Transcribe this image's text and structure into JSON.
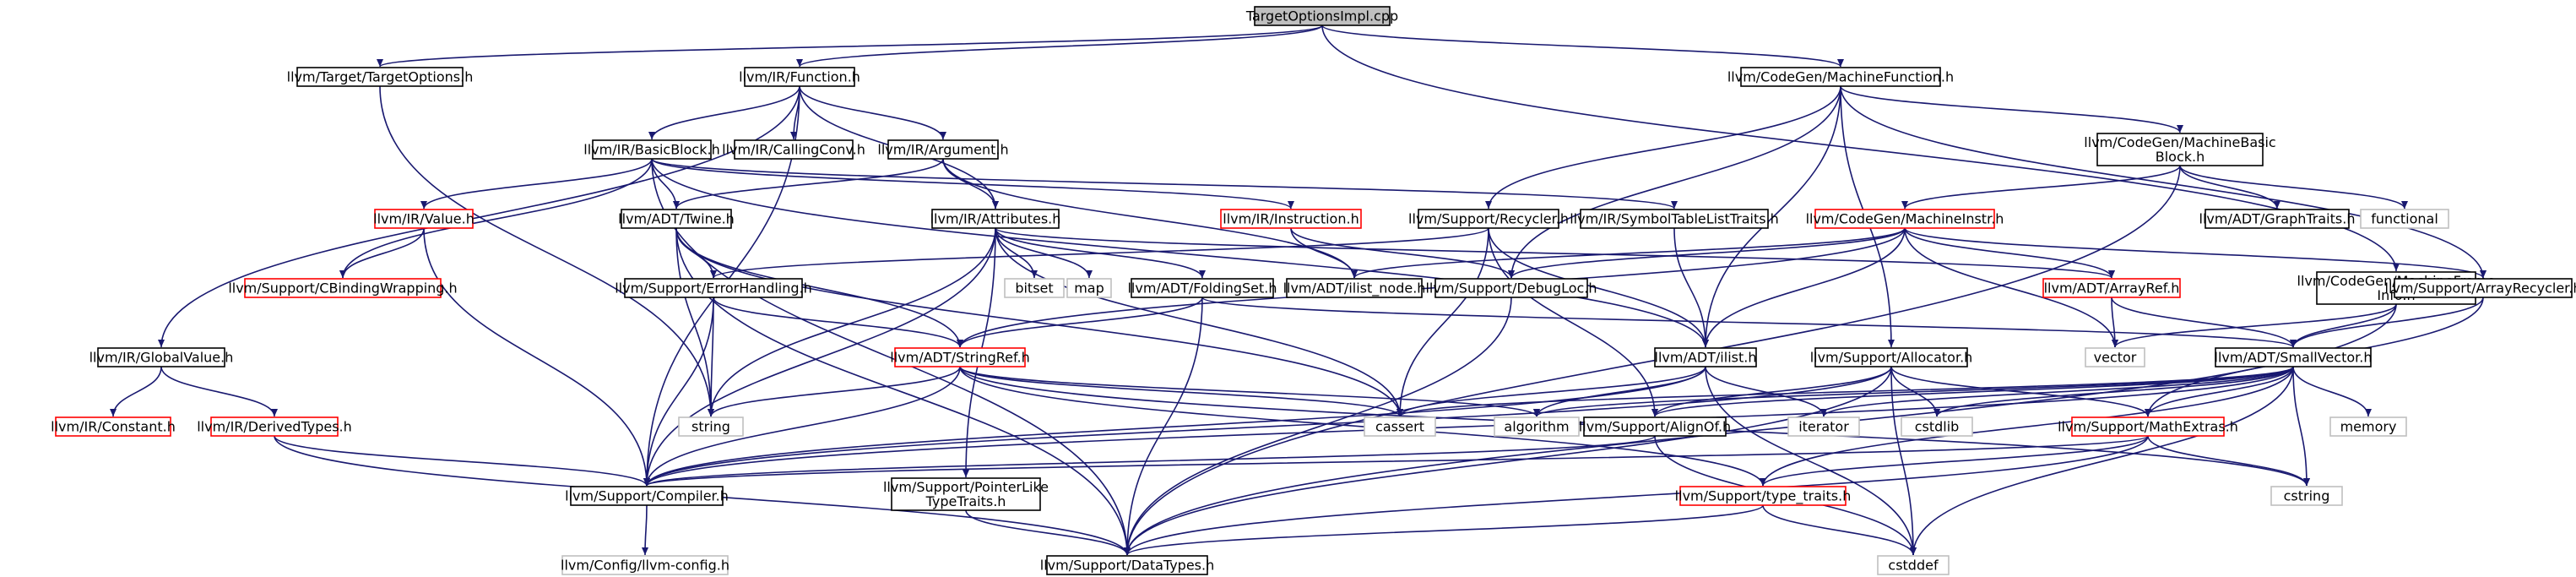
{
  "graph": {
    "colors": {
      "normal": "#000000",
      "system": "#bfbfbf",
      "truncated": "#ff0000",
      "root_fill": "#bfbfbf",
      "edge": "#191970"
    },
    "nodes": [
      {
        "id": "root",
        "lines": [
          "TargetOptionsImpl.cpp"
        ],
        "kind": "root"
      },
      {
        "id": "targetoptions",
        "lines": [
          "llvm/Target/TargetOptions.h"
        ],
        "kind": "normal"
      },
      {
        "id": "function",
        "lines": [
          "llvm/IR/Function.h"
        ],
        "kind": "normal"
      },
      {
        "id": "machinefunction",
        "lines": [
          "llvm/CodeGen/MachineFunction.h"
        ],
        "kind": "normal"
      },
      {
        "id": "basicblock",
        "lines": [
          "llvm/IR/BasicBlock.h"
        ],
        "kind": "normal"
      },
      {
        "id": "callingconv",
        "lines": [
          "llvm/IR/CallingConv.h"
        ],
        "kind": "normal"
      },
      {
        "id": "argument",
        "lines": [
          "llvm/IR/Argument.h"
        ],
        "kind": "normal"
      },
      {
        "id": "machinebasicblock",
        "lines": [
          "llvm/CodeGen/MachineBasic",
          "Block.h"
        ],
        "kind": "normal"
      },
      {
        "id": "value",
        "lines": [
          "llvm/IR/Value.h"
        ],
        "kind": "truncated"
      },
      {
        "id": "twine",
        "lines": [
          "llvm/ADT/Twine.h"
        ],
        "kind": "normal"
      },
      {
        "id": "attributes",
        "lines": [
          "llvm/IR/Attributes.h"
        ],
        "kind": "normal"
      },
      {
        "id": "instruction",
        "lines": [
          "llvm/IR/Instruction.h"
        ],
        "kind": "truncated"
      },
      {
        "id": "recycler",
        "lines": [
          "llvm/Support/Recycler.h"
        ],
        "kind": "normal"
      },
      {
        "id": "symboltablelisttraits",
        "lines": [
          "llvm/IR/SymbolTableListTraits.h"
        ],
        "kind": "normal"
      },
      {
        "id": "machineinstr",
        "lines": [
          "llvm/CodeGen/MachineInstr.h"
        ],
        "kind": "truncated"
      },
      {
        "id": "graphtraits",
        "lines": [
          "llvm/ADT/GraphTraits.h"
        ],
        "kind": "normal"
      },
      {
        "id": "functional",
        "lines": [
          "functional"
        ],
        "kind": "system"
      },
      {
        "id": "cbindingwrapping",
        "lines": [
          "llvm/Support/CBindingWrapping.h"
        ],
        "kind": "truncated"
      },
      {
        "id": "errorhandling",
        "lines": [
          "llvm/Support/ErrorHandling.h"
        ],
        "kind": "normal"
      },
      {
        "id": "bitset",
        "lines": [
          "bitset"
        ],
        "kind": "system"
      },
      {
        "id": "map",
        "lines": [
          "map"
        ],
        "kind": "system"
      },
      {
        "id": "foldingset",
        "lines": [
          "llvm/ADT/FoldingSet.h"
        ],
        "kind": "normal"
      },
      {
        "id": "ilist_node",
        "lines": [
          "llvm/ADT/ilist_node.h"
        ],
        "kind": "normal"
      },
      {
        "id": "debugloc",
        "lines": [
          "llvm/Support/DebugLoc.h"
        ],
        "kind": "normal"
      },
      {
        "id": "arrayref",
        "lines": [
          "llvm/ADT/ArrayRef.h"
        ],
        "kind": "truncated"
      },
      {
        "id": "machineframeinfo",
        "lines": [
          "llvm/CodeGen/MachineFrame",
          "Info.h"
        ],
        "kind": "normal"
      },
      {
        "id": "arrayrecycler",
        "lines": [
          "llvm/Support/ArrayRecycler.h"
        ],
        "kind": "normal"
      },
      {
        "id": "globalvalue",
        "lines": [
          "llvm/IR/GlobalValue.h"
        ],
        "kind": "normal"
      },
      {
        "id": "stringref",
        "lines": [
          "llvm/ADT/StringRef.h"
        ],
        "kind": "truncated"
      },
      {
        "id": "ilist",
        "lines": [
          "llvm/ADT/ilist.h"
        ],
        "kind": "normal"
      },
      {
        "id": "allocator",
        "lines": [
          "llvm/Support/Allocator.h"
        ],
        "kind": "normal"
      },
      {
        "id": "vector",
        "lines": [
          "vector"
        ],
        "kind": "system"
      },
      {
        "id": "smallvector",
        "lines": [
          "llvm/ADT/SmallVector.h"
        ],
        "kind": "normal"
      },
      {
        "id": "constant",
        "lines": [
          "llvm/IR/Constant.h"
        ],
        "kind": "truncated"
      },
      {
        "id": "derivedtypes",
        "lines": [
          "llvm/IR/DerivedTypes.h"
        ],
        "kind": "truncated"
      },
      {
        "id": "string",
        "lines": [
          "string"
        ],
        "kind": "system"
      },
      {
        "id": "cassert",
        "lines": [
          "cassert"
        ],
        "kind": "system"
      },
      {
        "id": "algorithm",
        "lines": [
          "algorithm"
        ],
        "kind": "system"
      },
      {
        "id": "alignof",
        "lines": [
          "llvm/Support/AlignOf.h"
        ],
        "kind": "normal"
      },
      {
        "id": "iterator",
        "lines": [
          "iterator"
        ],
        "kind": "system"
      },
      {
        "id": "cstdlib",
        "lines": [
          "cstdlib"
        ],
        "kind": "system"
      },
      {
        "id": "mathextras",
        "lines": [
          "llvm/Support/MathExtras.h"
        ],
        "kind": "truncated"
      },
      {
        "id": "memory",
        "lines": [
          "memory"
        ],
        "kind": "system"
      },
      {
        "id": "compiler",
        "lines": [
          "llvm/Support/Compiler.h"
        ],
        "kind": "normal"
      },
      {
        "id": "pointerliketypetraits",
        "lines": [
          "llvm/Support/PointerLike",
          "TypeTraits.h"
        ],
        "kind": "normal"
      },
      {
        "id": "type_traits",
        "lines": [
          "llvm/Support/type_traits.h"
        ],
        "kind": "truncated"
      },
      {
        "id": "cstring",
        "lines": [
          "cstring"
        ],
        "kind": "system"
      },
      {
        "id": "llvm_config",
        "lines": [
          "llvm/Config/llvm-config.h"
        ],
        "kind": "system"
      },
      {
        "id": "datatypes",
        "lines": [
          "llvm/Support/DataTypes.h"
        ],
        "kind": "normal"
      },
      {
        "id": "cstddef",
        "lines": [
          "cstddef"
        ],
        "kind": "system"
      }
    ],
    "edges": [
      [
        "root",
        "targetoptions"
      ],
      [
        "root",
        "function"
      ],
      [
        "root",
        "machinefunction"
      ],
      [
        "root",
        "machineframeinfo"
      ],
      [
        "targetoptions",
        "string"
      ],
      [
        "function",
        "basicblock"
      ],
      [
        "function",
        "callingconv"
      ],
      [
        "function",
        "argument"
      ],
      [
        "function",
        "attributes"
      ],
      [
        "function",
        "globalvalue"
      ],
      [
        "function",
        "compiler"
      ],
      [
        "machinefunction",
        "machinebasicblock"
      ],
      [
        "machinefunction",
        "recycler"
      ],
      [
        "machinefunction",
        "ilist"
      ],
      [
        "machinefunction",
        "allocator"
      ],
      [
        "machinefunction",
        "arrayrecycler"
      ],
      [
        "machinefunction",
        "debugloc"
      ],
      [
        "basicblock",
        "value"
      ],
      [
        "basicblock",
        "twine"
      ],
      [
        "basicblock",
        "instruction"
      ],
      [
        "basicblock",
        "symboltablelisttraits"
      ],
      [
        "basicblock",
        "ilist"
      ],
      [
        "basicblock",
        "cbindingwrapping"
      ],
      [
        "basicblock",
        "datatypes"
      ],
      [
        "argument",
        "twine"
      ],
      [
        "argument",
        "attributes"
      ],
      [
        "argument",
        "ilist_node"
      ],
      [
        "machinebasicblock",
        "machineinstr"
      ],
      [
        "machinebasicblock",
        "graphtraits"
      ],
      [
        "machinebasicblock",
        "functional"
      ],
      [
        "machinebasicblock",
        "datatypes"
      ],
      [
        "value",
        "cbindingwrapping"
      ],
      [
        "value",
        "compiler"
      ],
      [
        "twine",
        "errorhandling"
      ],
      [
        "twine",
        "stringref"
      ],
      [
        "twine",
        "string"
      ],
      [
        "twine",
        "cassert"
      ],
      [
        "twine",
        "datatypes"
      ],
      [
        "attributes",
        "bitset"
      ],
      [
        "attributes",
        "map"
      ],
      [
        "attributes",
        "foldingset"
      ],
      [
        "attributes",
        "arrayref"
      ],
      [
        "attributes",
        "pointerliketypetraits"
      ],
      [
        "attributes",
        "string"
      ],
      [
        "attributes",
        "cassert"
      ],
      [
        "attributes",
        "compiler"
      ],
      [
        "instruction",
        "ilist_node"
      ],
      [
        "instruction",
        "debugloc"
      ],
      [
        "recycler",
        "alignof"
      ],
      [
        "recycler",
        "errorhandling"
      ],
      [
        "recycler",
        "ilist"
      ],
      [
        "recycler",
        "cassert"
      ],
      [
        "symboltablelisttraits",
        "ilist"
      ],
      [
        "machineinstr",
        "ilist"
      ],
      [
        "machineinstr",
        "ilist_node"
      ],
      [
        "machineinstr",
        "arrayref"
      ],
      [
        "machineinstr",
        "stringref"
      ],
      [
        "machineinstr",
        "debugloc"
      ],
      [
        "machineinstr",
        "vector"
      ],
      [
        "machineinstr",
        "arrayrecycler"
      ],
      [
        "errorhandling",
        "stringref"
      ],
      [
        "errorhandling",
        "compiler"
      ],
      [
        "errorhandling",
        "string"
      ],
      [
        "foldingset",
        "smallvector"
      ],
      [
        "foldingset",
        "stringref"
      ],
      [
        "foldingset",
        "datatypes"
      ],
      [
        "debugloc",
        "datatypes"
      ],
      [
        "arrayref",
        "smallvector"
      ],
      [
        "arrayref",
        "vector"
      ],
      [
        "machineframeinfo",
        "smallvector"
      ],
      [
        "machineframeinfo",
        "vector"
      ],
      [
        "machineframeinfo",
        "datatypes"
      ],
      [
        "arrayrecycler",
        "smallvector"
      ],
      [
        "arrayrecycler",
        "mathextras"
      ],
      [
        "globalvalue",
        "constant"
      ],
      [
        "globalvalue",
        "derivedtypes"
      ],
      [
        "derivedtypes",
        "compiler"
      ],
      [
        "derivedtypes",
        "datatypes"
      ],
      [
        "stringref",
        "string"
      ],
      [
        "stringref",
        "cassert"
      ],
      [
        "stringref",
        "algorithm"
      ],
      [
        "stringref",
        "type_traits"
      ],
      [
        "stringref",
        "cstring"
      ],
      [
        "stringref",
        "compiler"
      ],
      [
        "ilist",
        "cassert"
      ],
      [
        "ilist",
        "algorithm"
      ],
      [
        "ilist",
        "iterator"
      ],
      [
        "ilist",
        "cstddef"
      ],
      [
        "ilist",
        "compiler"
      ],
      [
        "allocator",
        "alignof"
      ],
      [
        "allocator",
        "mathextras"
      ],
      [
        "allocator",
        "cstdlib"
      ],
      [
        "allocator",
        "cstddef"
      ],
      [
        "allocator",
        "datatypes"
      ],
      [
        "allocator",
        "compiler"
      ],
      [
        "smallvector",
        "alignof"
      ],
      [
        "smallvector",
        "mathextras"
      ],
      [
        "smallvector",
        "type_traits"
      ],
      [
        "smallvector",
        "algorithm"
      ],
      [
        "smallvector",
        "cassert"
      ],
      [
        "smallvector",
        "cstddef"
      ],
      [
        "smallvector",
        "cstdlib"
      ],
      [
        "smallvector",
        "cstring"
      ],
      [
        "smallvector",
        "iterator"
      ],
      [
        "smallvector",
        "memory"
      ],
      [
        "smallvector",
        "compiler"
      ],
      [
        "alignof",
        "compiler"
      ],
      [
        "alignof",
        "cstddef"
      ],
      [
        "mathextras",
        "type_traits"
      ],
      [
        "mathextras",
        "cstring"
      ],
      [
        "mathextras",
        "compiler"
      ],
      [
        "mathextras",
        "datatypes"
      ],
      [
        "compiler",
        "llvm_config"
      ],
      [
        "pointerliketypetraits",
        "datatypes"
      ],
      [
        "type_traits",
        "cstddef"
      ],
      [
        "type_traits",
        "datatypes"
      ]
    ]
  }
}
